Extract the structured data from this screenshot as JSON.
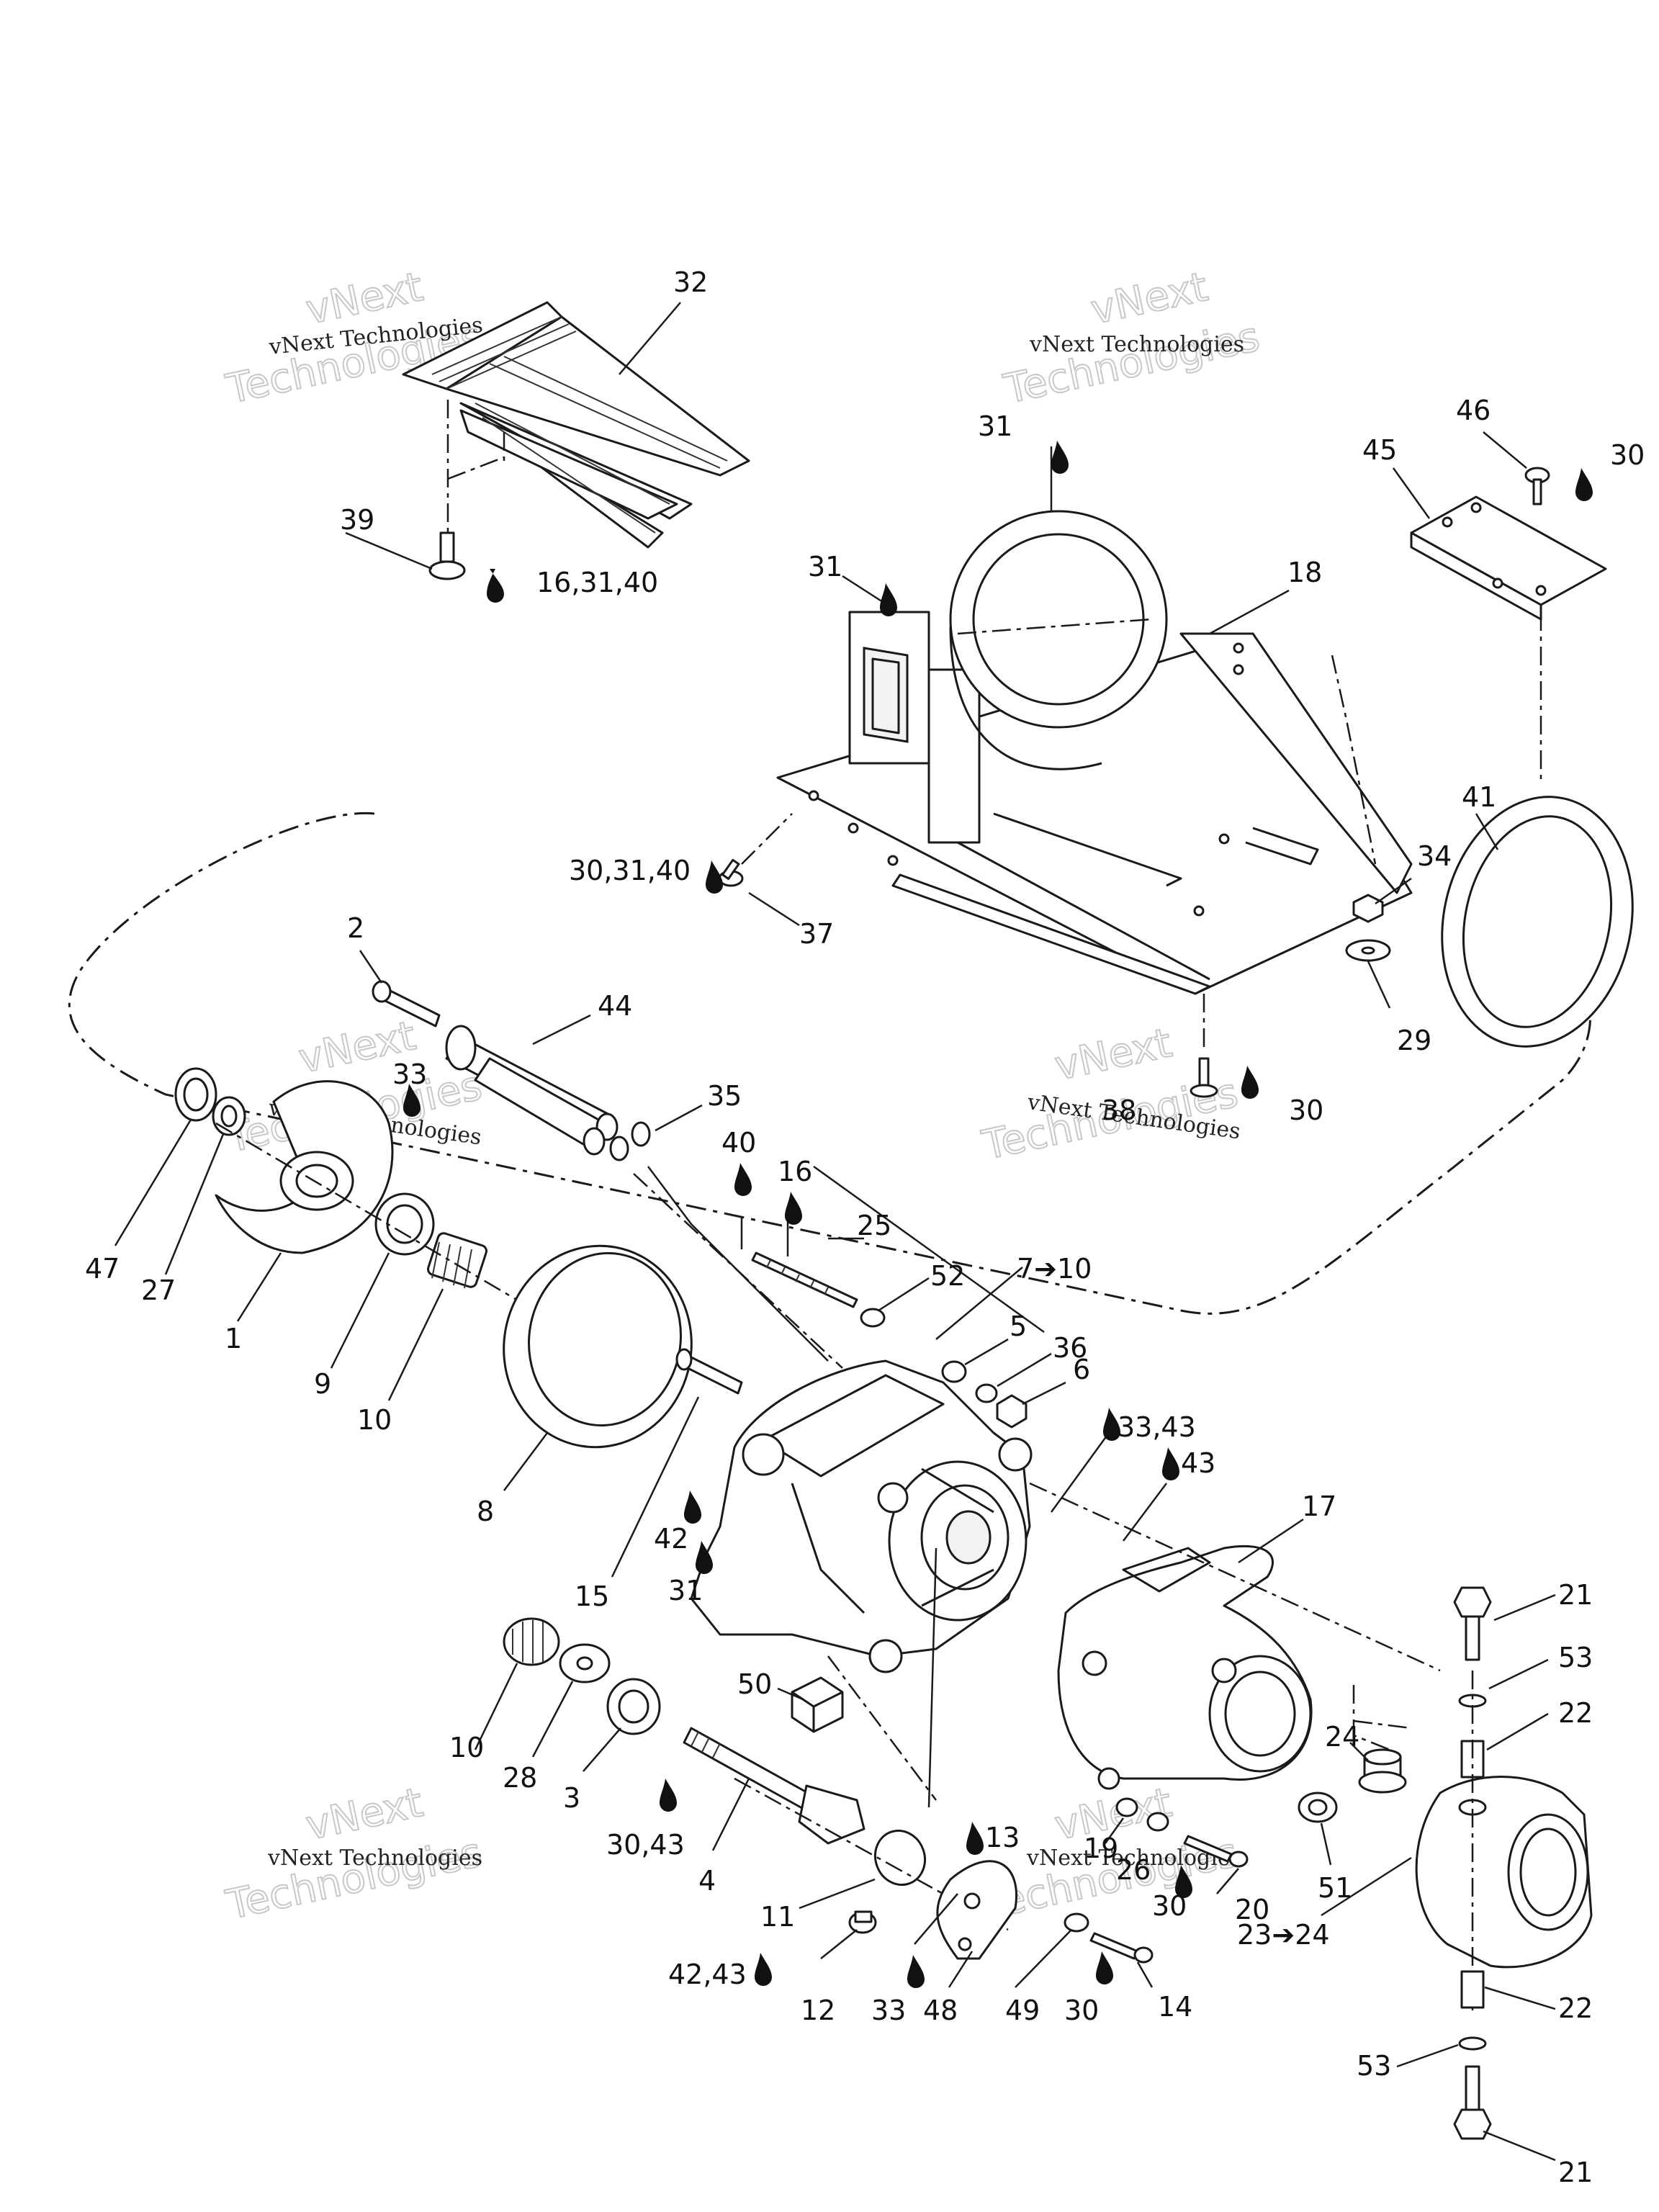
{
  "diagram": {
    "callouts": {
      "c32": "32",
      "c39": "39",
      "c16_31_40": "16,31,40",
      "c31_top": "31",
      "c31_mid": "31",
      "c18": "18",
      "c46": "46",
      "c45": "45",
      "c30_tr": "30",
      "c41": "41",
      "c34": "34",
      "c29": "29",
      "c30_31_40": "30,31,40",
      "c37": "37",
      "c38": "38",
      "c30_38": "30",
      "c2": "2",
      "c44": "44",
      "c35": "35",
      "c33_top": "33",
      "c40": "40",
      "c16": "16",
      "c25": "25",
      "c52": "52",
      "c7_10": "7➔10",
      "c5": "5",
      "c36": "36",
      "c6": "6",
      "c47": "47",
      "c27": "27",
      "c1": "1",
      "c9": "9",
      "c10_a": "10",
      "c8": "8",
      "c33_43": "33,43",
      "c43": "43",
      "c17": "17",
      "c42": "42",
      "c31_low": "31",
      "c15": "15",
      "c21_top": "21",
      "c53_top": "53",
      "c22_top": "22",
      "c24": "24",
      "c10_b": "10",
      "c28": "28",
      "c3": "3",
      "c50": "50",
      "c30_43": "30,43",
      "c4": "4",
      "c13": "13",
      "c19": "19",
      "c26": "26",
      "c30_b": "30",
      "c20": "20",
      "c51": "51",
      "c11": "11",
      "c42_43": "42,43",
      "c12": "12",
      "c33_b": "33",
      "c48": "48",
      "c49": "49",
      "c30_c": "30",
      "c14": "14",
      "c23_24": "23➔24",
      "c22_bot": "22",
      "c53_bot": "53",
      "c21_bot": "21"
    },
    "watermarks": {
      "company_1": "vNext Technologies",
      "logo_1a": "vNext",
      "logo_1b": "Technologies",
      "company_2": "vNext Technologies",
      "logo_2a": "vNext",
      "logo_2b": "Technologies",
      "company_3": "vNext Technologies",
      "logo_3a": "vNext",
      "logo_3b": "Technologies",
      "company_4": "vNext Technologies",
      "logo_4a": "vNext",
      "logo_4b": "Technologies",
      "company_5": "vNext Technologies",
      "logo_5a": "vNext",
      "logo_5b": "Technologies",
      "company_6": "vNext Technologies",
      "logo_6a": "vNext",
      "logo_6b": "Technologies"
    },
    "colors": {
      "ink": "#1a1a1a",
      "paper": "#ffffff",
      "watermark": "#c8c8c8"
    },
    "icons": [
      "lubricant-drop-icon"
    ]
  }
}
